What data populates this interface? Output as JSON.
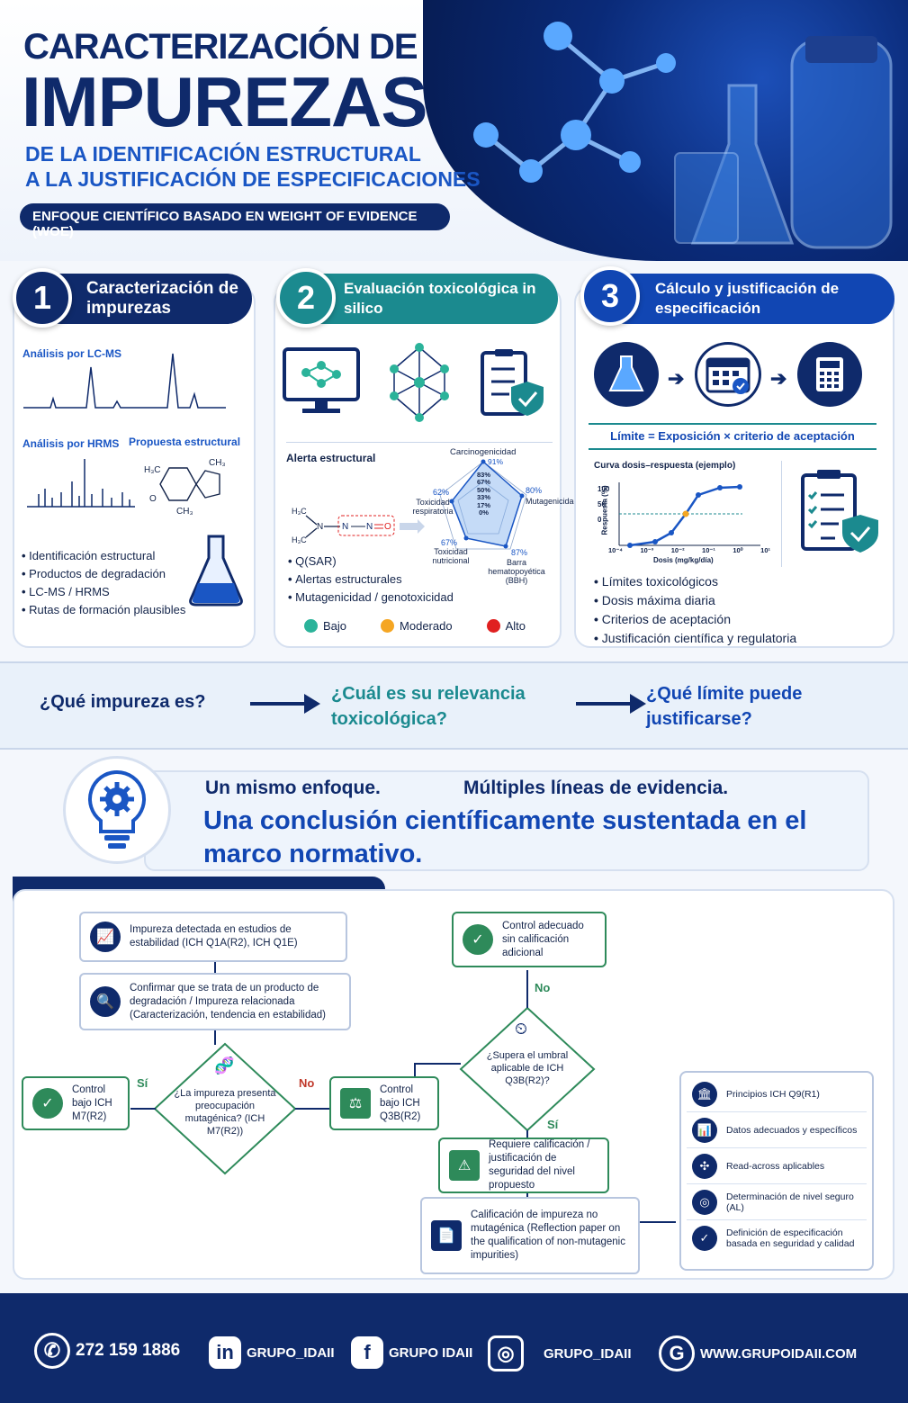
{
  "header": {
    "title_line1": "CARACTERIZACIÓN DE",
    "title_line2": "IMPUREZAS",
    "subtitle_line1": "DE LA IDENTIFICACIÓN ESTRUCTURAL",
    "subtitle_line2": "A LA JUSTIFICACIÓN DE ESPECIFICACIONES",
    "badge": "ENFOQUE CIENTÍFICO BASADO EN WEIGHT OF EVIDENCE (WOE)"
  },
  "panel1": {
    "number": "1",
    "title": "Caracterización de impurezas",
    "label_lcms": "Análisis por LC-MS",
    "label_hrms": "Análisis por HRMS",
    "label_structure": "Propuesta estructural",
    "bullets": [
      "Identificación estructural",
      "Productos de degradación",
      "LC-MS / HRMS",
      "Rutas de formación plausibles"
    ]
  },
  "panel2": {
    "number": "2",
    "title": "Evaluación toxicológica in silico",
    "alert_label": "Alerta estructural",
    "radar_axes": [
      "Carcinogenicidad",
      "Mutagenicidad",
      "Barra hematopoyética (BBH)",
      "Toxicidad nutricional",
      "Toxicidad respiratoria"
    ],
    "radar_values": [
      "91%",
      "80%",
      "87%",
      "67%",
      "62%"
    ],
    "radar_scale": [
      "83%",
      "67%",
      "50%",
      "33%",
      "17%",
      "0%"
    ],
    "bullets": [
      "Q(SAR)",
      "Alertas estructurales",
      "Mutagenicidad / genotoxicidad"
    ],
    "legend": [
      {
        "label": "Bajo",
        "color": "#2bb39a"
      },
      {
        "label": "Moderado",
        "color": "#f5a623"
      },
      {
        "label": "Alto",
        "color": "#e02020"
      }
    ]
  },
  "panel3": {
    "number": "3",
    "title": "Cálculo y justificación de especificación",
    "formula": "Límite = Exposición × criterio de aceptación",
    "curve_title": "Curva dosis–respuesta (ejemplo)",
    "y_label": "Respuesta (%)",
    "x_label": "Dosis (mg/kg/día)",
    "y_ticks": [
      "100",
      "50",
      "0"
    ],
    "x_ticks": [
      "10⁻⁴",
      "10⁻³",
      "10⁻²",
      "10⁻¹",
      "10⁰",
      "10¹"
    ],
    "bullets": [
      "Límites toxicológicos",
      "Dosis máxima diaria",
      "Criterios de aceptación",
      "Justificación científica y regulatoria"
    ]
  },
  "questions": [
    "¿Qué impureza es?",
    "¿Cuál es su relevancia toxicológica?",
    "¿Qué límite puede justificarse?"
  ],
  "conclusion": {
    "line1a": "Un mismo enfoque.",
    "line1b": "Múltiples líneas de evidencia.",
    "line2": "Una conclusión científicamente sustentada en el marco normativo."
  },
  "flow": {
    "box1": "Impureza detectada en estudios de estabilidad (ICH Q1A(R2), ICH Q1E)",
    "box2": "Confirmar que se trata de un producto de degradación / Impureza relacionada (Caracterización, tendencia en estabilidad)",
    "diamond1": "¿La impureza presenta preocupación mutagénica? (ICH M7(R2))",
    "yes1": "Sí",
    "no1": "No",
    "m7": "Control bajo ICH M7(R2)",
    "q3b": "Control bajo ICH Q3B(R2)",
    "diamond2": "¿Supera el umbral aplicable de ICH Q3B(R2)?",
    "no2": "No",
    "yes2": "Sí",
    "adequate": "Control adecuado sin calificación adicional",
    "qualify": "Requiere calificación / justificación de seguridad del nivel propuesto",
    "nonmut": "Calificación de impureza no mutagénica (Reflection paper on the qualification of non-mutagenic impurities)",
    "right_list": [
      "Principios ICH Q9(R1)",
      "Datos adecuados y específicos",
      "Read-across aplicables",
      "Determinación de nivel seguro (AL)",
      "Definición de especificación basada en seguridad y calidad"
    ]
  },
  "footer": {
    "phone": "272 159 1886",
    "linkedin": "GRUPO_IDAII",
    "facebook": "GRUPO IDAII",
    "instagram": "GRUPO_IDAII",
    "website": "WWW.GRUPOIDAII.COM"
  }
}
